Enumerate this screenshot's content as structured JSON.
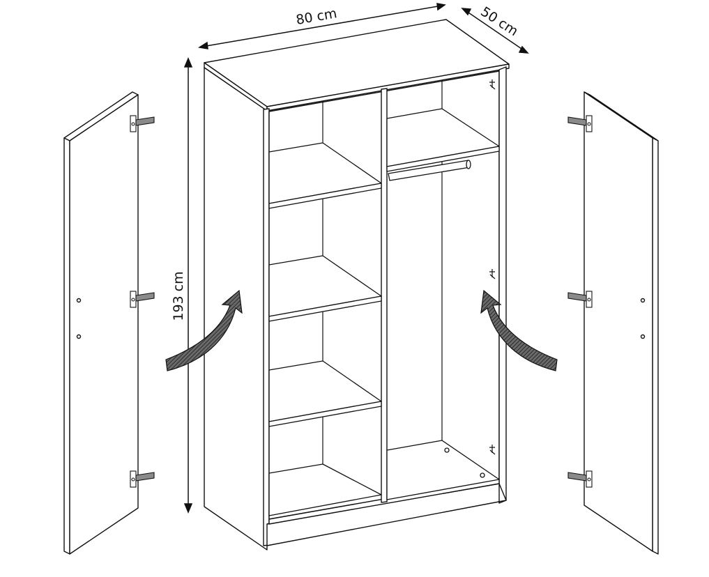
{
  "dimensions": {
    "width_label": "80 cm",
    "depth_label": "50 cm",
    "height_label": "193 cm"
  },
  "colors": {
    "line": "#111111",
    "panel_fill": "#ffffff",
    "arrow_fill": "#4a4a4a",
    "hinge_fill": "#8a8a8a"
  },
  "icons": {
    "arrow": "curved-arrow-icon",
    "hinge": "hinge-icon",
    "connector": "connector-icon"
  }
}
